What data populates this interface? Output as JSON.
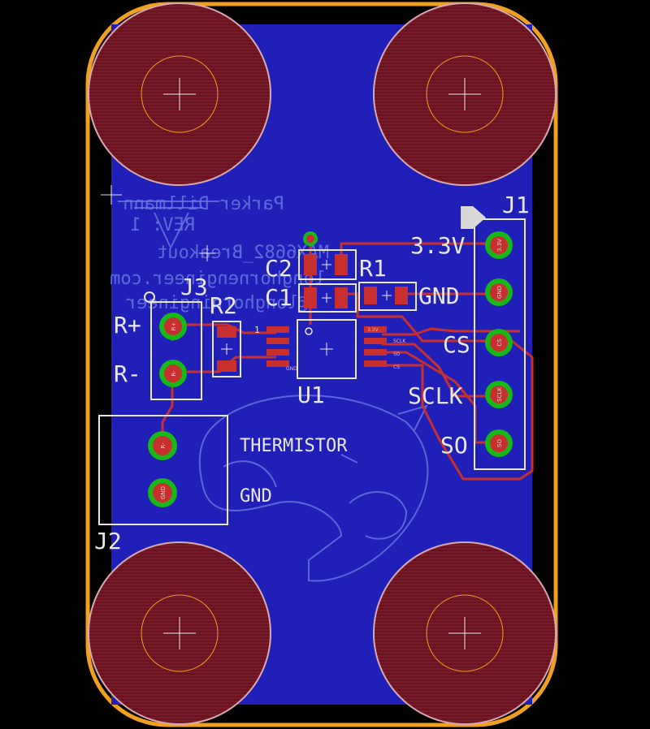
{
  "board": {
    "colors": {
      "background": "#000000",
      "outline": "#f0a020",
      "copper_pour": "#2020b8",
      "copper_top": "#c83030",
      "mounting_pad": "#7a1a28",
      "silkscreen": "#e8e8e8",
      "pad_ring": "#18b818"
    }
  },
  "designators": {
    "j1": "J1",
    "j2": "J2",
    "j3": "J3",
    "u1": "U1",
    "r1": "R1",
    "r2": "R2",
    "c1": "C1",
    "c2": "C2",
    "pin1_marker": "1"
  },
  "labels": {
    "v33": "3.3V",
    "gnd": "GND",
    "cs": "CS",
    "sclk": "SCLK",
    "so": "SO",
    "rplus": "R+",
    "rminus": "R-",
    "thermistor": "THERMISTOR",
    "gnd2": "GND"
  },
  "back_silk": {
    "line1": "Parker Dillmann",
    "line2": "REV: 1",
    "line3": "MAX6682_Breakout",
    "line4": "longhornengineer.com",
    "line5": "@longhorningineer"
  },
  "pad_labels": {
    "j1_p1": "3.3V",
    "j1_p2": "GND",
    "j1_p3": "CS",
    "j1_p4": "SCLK",
    "j1_p5": "SO",
    "j2_p1": "R-",
    "j2_p2": "GND",
    "j3_p1": "R+",
    "j3_p2": "R-"
  },
  "net_labels": {
    "v33": "3.3V",
    "cs": "CS",
    "sclk": "SCLK",
    "so": "SO",
    "gnd": "GND"
  }
}
